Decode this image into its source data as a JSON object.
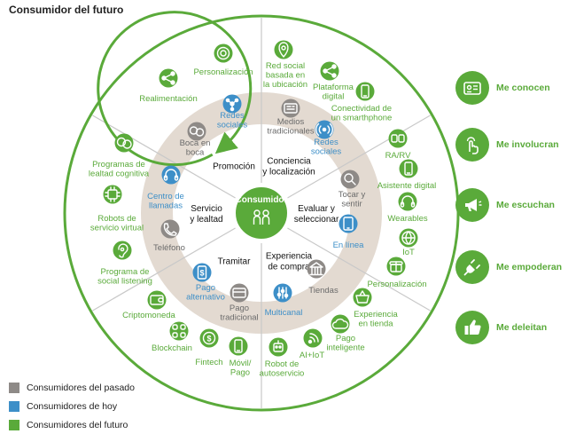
{
  "title": "Consumidor del futuro",
  "colors": {
    "past": "#8e8a87",
    "present": "#3d8fc8",
    "future": "#5aaa3a",
    "ring": "#e3dad1",
    "line": "#c9c9c9"
  },
  "center": {
    "label": "Consumidor",
    "icon": "people-icon"
  },
  "stages": [
    {
      "lines": [
        "Promoción"
      ]
    },
    {
      "lines": [
        "Conciencia",
        "y localización"
      ]
    },
    {
      "lines": [
        "Evaluar y",
        "seleccionar"
      ]
    },
    {
      "lines": [
        "Experiencia",
        "de compra"
      ]
    },
    {
      "lines": [
        "Tramitar"
      ]
    },
    {
      "lines": [
        "Servicio",
        "y lealtad"
      ]
    }
  ],
  "items": [
    {
      "tier": "past",
      "icon": "gossip-icon",
      "lines": [
        "Boca en",
        "boca"
      ]
    },
    {
      "tier": "present",
      "icon": "social-network-icon",
      "lines": [
        "Redes",
        "sociales"
      ]
    },
    {
      "tier": "future",
      "icon": "share-icon",
      "lines": [
        "Realimentación"
      ]
    },
    {
      "tier": "future",
      "icon": "gear-icon",
      "lines": [
        "Personalización"
      ]
    },
    {
      "tier": "past",
      "icon": "newspaper-icon",
      "lines": [
        "Medios",
        "tradicionales"
      ]
    },
    {
      "tier": "present",
      "icon": "broadcast-icon",
      "lines": [
        "Redes",
        "sociales"
      ]
    },
    {
      "tier": "future",
      "icon": "location-pin-icon",
      "lines": [
        "Red social",
        "basada en",
        "la ubicación"
      ]
    },
    {
      "tier": "future",
      "icon": "share-icon",
      "lines": [
        "Plataforma",
        "digital"
      ]
    },
    {
      "tier": "future",
      "icon": "smartphone-icon",
      "lines": [
        "Conectividad de",
        "un smarthphone"
      ]
    },
    {
      "tier": "past",
      "icon": "magnifier-icon",
      "lines": [
        "Tocar y",
        "sentir"
      ]
    },
    {
      "tier": "present",
      "icon": "tablet-icon",
      "lines": [
        "En línea"
      ]
    },
    {
      "tier": "future",
      "icon": "vr-goggles-icon",
      "lines": [
        "RA/RV"
      ]
    },
    {
      "tier": "future",
      "icon": "phone-icon",
      "lines": [
        "Asistente digital"
      ]
    },
    {
      "tier": "future",
      "icon": "headphones-icon",
      "lines": [
        "Wearables"
      ]
    },
    {
      "tier": "future",
      "icon": "globe-icon",
      "lines": [
        "IoT"
      ]
    },
    {
      "tier": "future",
      "icon": "gift-icon",
      "lines": [
        "Personalización"
      ]
    },
    {
      "tier": "past",
      "icon": "store-icon",
      "lines": [
        "Tiendas"
      ]
    },
    {
      "tier": "present",
      "icon": "sliders-icon",
      "lines": [
        "Multicanal"
      ]
    },
    {
      "tier": "future",
      "icon": "shopping-basket-icon",
      "lines": [
        "Experiencia",
        "en tienda"
      ]
    },
    {
      "tier": "future",
      "icon": "cloud-icon",
      "lines": [
        "Pago",
        "inteligente"
      ]
    },
    {
      "tier": "future",
      "icon": "wifi-icon",
      "lines": [
        "AI+IoT"
      ]
    },
    {
      "tier": "future",
      "icon": "robot-icon",
      "lines": [
        "Robot de",
        "autoservicio"
      ]
    },
    {
      "tier": "past",
      "icon": "credit-card-icon",
      "lines": [
        "Pago",
        "tradicional"
      ]
    },
    {
      "tier": "present",
      "icon": "dollar-phone-icon",
      "lines": [
        "Pago",
        "alternativo"
      ]
    },
    {
      "tier": "future",
      "icon": "wallet-icon",
      "lines": [
        "Criptomoneda"
      ]
    },
    {
      "tier": "future",
      "icon": "blockchain-icon",
      "lines": [
        "Blockchain"
      ]
    },
    {
      "tier": "future",
      "icon": "fintech-icon",
      "lines": [
        "Fintech"
      ]
    },
    {
      "tier": "future",
      "icon": "mobile-icon",
      "lines": [
        "Móvil/",
        "Pago"
      ]
    },
    {
      "tier": "past",
      "icon": "telephone-icon",
      "lines": [
        "Teléfono"
      ]
    },
    {
      "tier": "present",
      "icon": "headset-icon",
      "lines": [
        "Centro de",
        "llamadas"
      ]
    },
    {
      "tier": "future",
      "icon": "chat-icon",
      "lines": [
        "Programas de",
        "lealtad cognitiva"
      ]
    },
    {
      "tier": "future",
      "icon": "chip-icon",
      "lines": [
        "Robots de",
        "servicio virtual"
      ]
    },
    {
      "tier": "future",
      "icon": "ear-icon",
      "lines": [
        "Programa de",
        "social listening"
      ]
    }
  ],
  "side_items": [
    {
      "label": "Me conocen",
      "icon": "id-card-icon"
    },
    {
      "label": "Me involucran",
      "icon": "tap-hand-icon"
    },
    {
      "label": "Me escuchan",
      "icon": "megaphone-icon"
    },
    {
      "label": "Me empoderan",
      "icon": "plug-icon"
    },
    {
      "label": "Me deleitan",
      "icon": "thumbs-up-icon"
    }
  ],
  "legend": [
    {
      "tier": "past",
      "label": "Consumidores del pasado"
    },
    {
      "tier": "present",
      "label": "Consumidores de hoy"
    },
    {
      "tier": "future",
      "label": "Consumidores del futuro"
    }
  ]
}
